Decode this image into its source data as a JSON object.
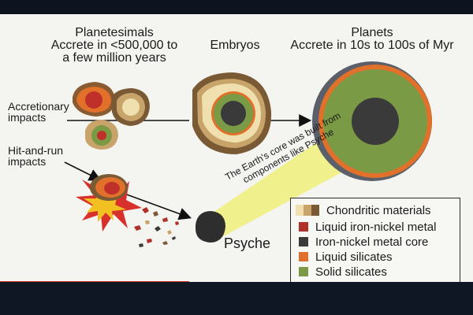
{
  "headers": {
    "planetesimals": [
      "Planetesimals",
      "Accrete in <500,000 to",
      "a few million years"
    ],
    "embryos": "Embryos",
    "planets": [
      "Planets",
      "Accrete in 10s to 100s of Myr"
    ]
  },
  "labels": {
    "accretionary": [
      "Accretionary",
      "impacts"
    ],
    "hit_and_run": [
      "Hit-and-run",
      "impacts"
    ],
    "psyche": "Psyche"
  },
  "beam_text": [
    "The Earth's core was built from",
    "components like Psyche"
  ],
  "legend": {
    "items": [
      {
        "label": "Chondritic materials",
        "colors": [
          "#f0e0b0",
          "#c9a46a",
          "#7a5a35"
        ]
      },
      {
        "label": "Liquid iron-nickel metal",
        "colors": [
          "#b0302a"
        ]
      },
      {
        "label": "Iron-nickel metal core",
        "colors": [
          "#3a3a3a"
        ]
      },
      {
        "label": "Liquid silicates",
        "colors": [
          "#e0702a"
        ]
      },
      {
        "label": "Solid silicates",
        "colors": [
          "#7a9a45"
        ]
      }
    ]
  },
  "colors": {
    "background": "#f4f4f1",
    "beam": "#eef07a",
    "accent_red": "#d43a2a"
  }
}
